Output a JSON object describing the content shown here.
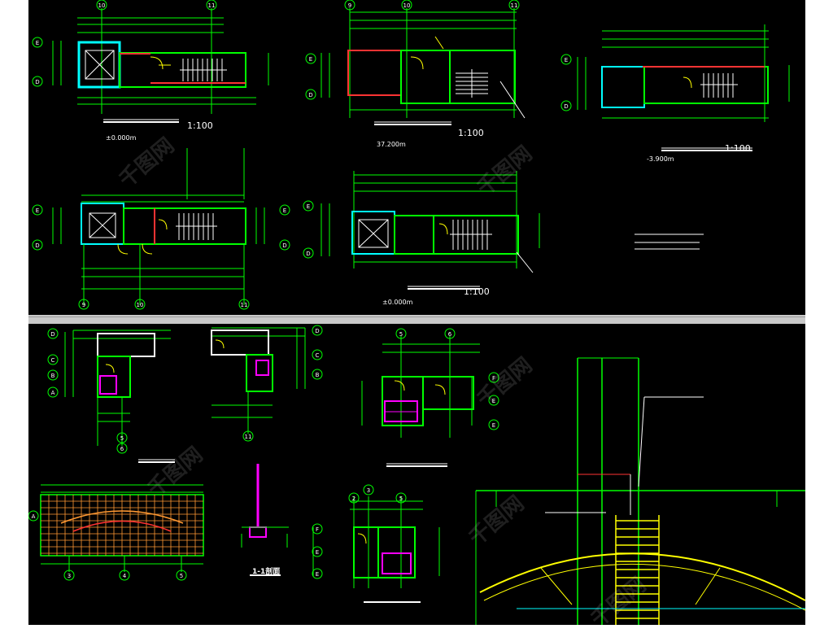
{
  "colors": {
    "background": "#000000",
    "wall": "#00ff00",
    "frame": "#00ffff",
    "door": "#ffff00",
    "accent": "#ff3333",
    "fixture": "#ff00ff",
    "orange": "#ff9933",
    "text": "#ffffff"
  },
  "top_sheet": {
    "plan_1": {
      "title_scale": "1:100",
      "elevation": "±0.000m",
      "axis_left": [
        "E",
        "D"
      ],
      "axis_top": [
        "10",
        "11"
      ]
    },
    "plan_2": {
      "title_scale": "1:100",
      "elevation": "37.200m",
      "axis_left": [
        "E",
        "D"
      ],
      "axis_top": [
        "9",
        "10",
        "11"
      ]
    },
    "plan_3": {
      "title_scale": "1:100",
      "elevation": "-3.900m",
      "axis_left": [
        "E",
        "D"
      ]
    },
    "plan_4": {
      "axis_left": [
        "E",
        "D"
      ],
      "axis_right": [
        "E",
        "D"
      ],
      "axis_bottom": [
        "9",
        "10",
        "11"
      ]
    },
    "plan_5": {
      "title_scale": "1:100",
      "elevation": "±0.000m",
      "axis_left": [
        "E",
        "D"
      ]
    }
  },
  "bottom_sheet": {
    "toilet_a": {
      "axis_left": [
        "D",
        "C",
        "B",
        "A"
      ],
      "axis_bottom": [
        "5",
        "6"
      ]
    },
    "toilet_b": {
      "axis_right": [
        "D",
        "C",
        "B"
      ],
      "axis_bottom": [
        "11"
      ]
    },
    "toilet_c": {
      "axis_top": [
        "5",
        "6"
      ],
      "axis_right": [
        "F",
        "E",
        "E"
      ]
    },
    "roof": {
      "axis_left": [
        "A"
      ],
      "axis_bottom": [
        "3",
        "4",
        "5"
      ]
    },
    "section": {
      "title": "1-1剖面"
    },
    "toilet_d": {
      "axis_top": [
        "2",
        "3",
        "5"
      ],
      "axis_left": [
        "F",
        "E",
        "E"
      ]
    }
  },
  "watermark": {
    "text": "千图网"
  }
}
